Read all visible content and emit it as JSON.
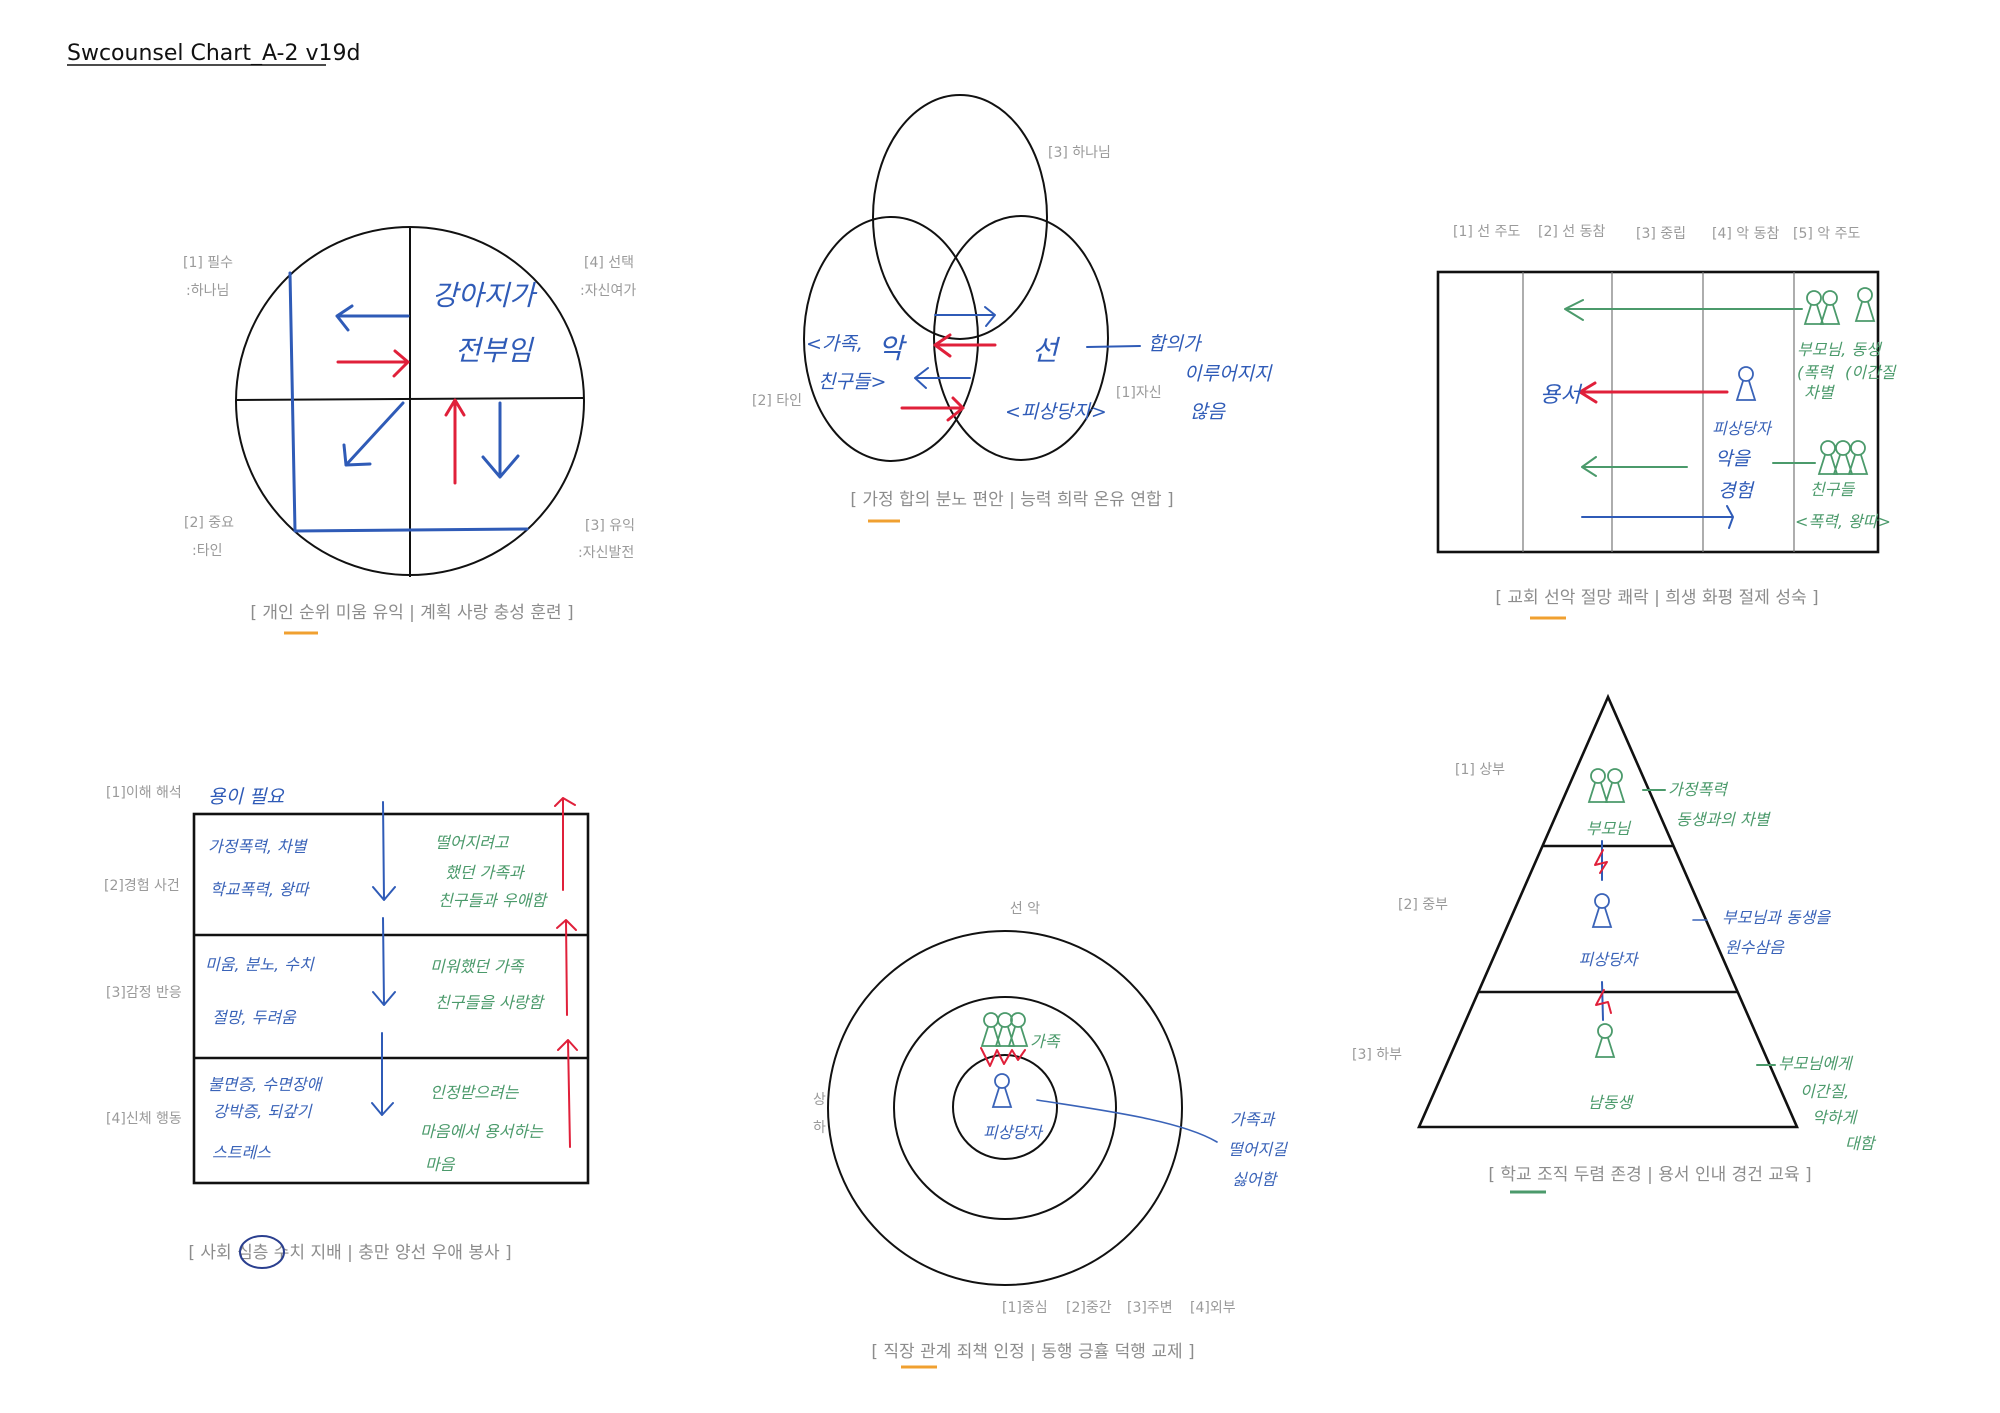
{
  "title": "Swcounsel Chart_A-2 v19d",
  "colors": {
    "blue": "#2f5bb7",
    "red": "#e0203a",
    "green": "#4b9a6b",
    "orange": "#f0a030",
    "label_gray": "#9a9a9a"
  },
  "panel1": {
    "labels": [
      "[1] 필수",
      ":하나님",
      "[4] 선택",
      ":자신여가",
      "[2] 중요",
      ":타인",
      "[3] 유익",
      ":자신발전"
    ],
    "notes": [
      "강아지가",
      "전부임"
    ],
    "caption": "[ 개인 순위 미움 유익 | 계획 사랑 충성 훈련 ]"
  },
  "panel2": {
    "labels": [
      "[3] 하나님",
      "[2] 타인",
      "[1]자신"
    ],
    "notes": [
      "<가족,",
      "친구들>",
      "악",
      "선",
      "<피상당자>",
      "합의가",
      "이루어지지",
      "않음"
    ],
    "caption": "[ 가정 합의 분노 편안 | 능력 희락 온유 연합 ]"
  },
  "panel3": {
    "columns": [
      "[1] 선 주도",
      "[2] 선 동참",
      "[3] 중립",
      "[4] 악 동참",
      "[5] 악 주도"
    ],
    "notes": [
      "부모님, 동생",
      "(폭력",
      "차별",
      "(이간질",
      "용서",
      "피상당자",
      "악을",
      "경험",
      "친구들",
      "<폭력, 왕따>"
    ],
    "caption": "[ 교회 선악 절망 쾌락 | 희생 화평 절제 성숙 ]"
  },
  "panel4": {
    "rows": [
      "[1]이해 해석",
      "[2]경험 사건",
      "[3]감정 반응",
      "[4]신체 행동"
    ],
    "top_note": "용이 필요",
    "blue_notes": [
      "가정폭력, 차별",
      "학교폭력, 왕따",
      "미움, 분노, 수치",
      "절망, 두려움",
      "불면증, 수면장애",
      "강박증, 되갚기",
      "스트레스"
    ],
    "green_notes": [
      "떨어지려고",
      "했던 가족과",
      "친구들과 우애함",
      "미워했던 가족",
      "친구들을 사랑함",
      "인정받으려는",
      "마음에서 용서하는",
      "마음"
    ],
    "caption_parts": [
      "[ 사회 ",
      "심층",
      " 수치 지배 | 충만 양선 우애 봉사 ]"
    ]
  },
  "panel5": {
    "top": "선  악",
    "side": [
      "상",
      "하"
    ],
    "rings": [
      "[1]중심",
      "[2]중간",
      "[3]주변",
      "[4]외부"
    ],
    "notes": [
      "가족",
      "피상당자",
      "가족과",
      "떨어지길",
      "싫어함"
    ],
    "caption": "[ 직장 관계 죄책 인정 | 동행 긍휼 덕행 교제 ]"
  },
  "panel6": {
    "levels": [
      "[1] 상부",
      "[2] 중부",
      "[3] 하부"
    ],
    "notes": [
      "부모님",
      "가정폭력",
      "동생과의 차별",
      "피상당자",
      "부모님과 동생을",
      "원수삼음",
      "남동생",
      "부모님에게",
      "이간질,",
      "악하게",
      "대함"
    ],
    "caption": "[ 학교 조직 두렴 존경 | 용서 인내 경건 교육 ]"
  }
}
